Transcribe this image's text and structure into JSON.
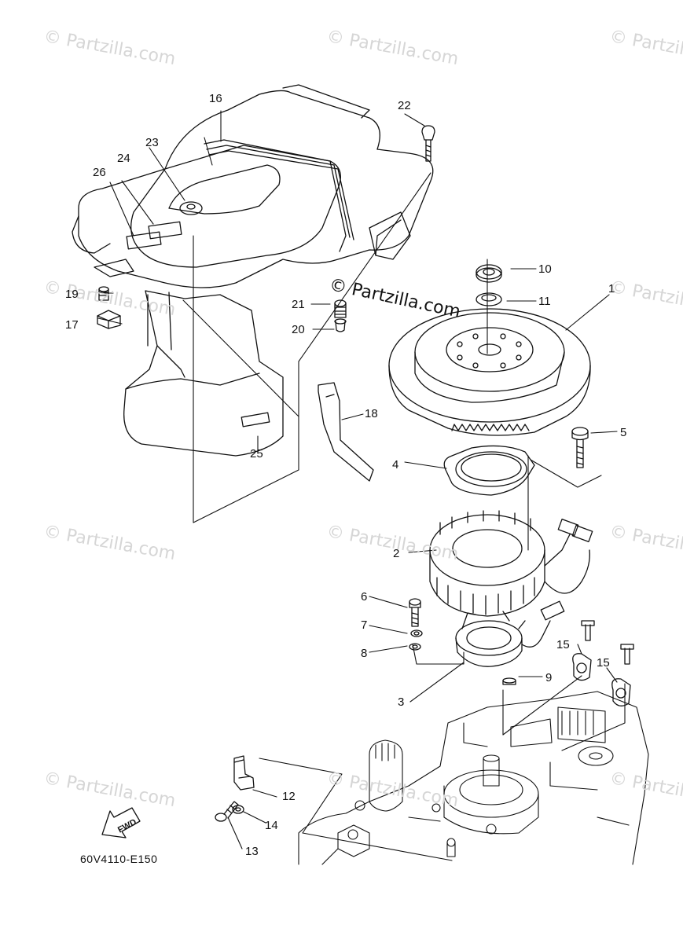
{
  "watermark": {
    "text": "© Partzilla.com"
  },
  "stamp": {
    "text": "© Partzilla.com"
  },
  "callouts": [
    "1",
    "2",
    "3",
    "4",
    "5",
    "6",
    "7",
    "8",
    "9",
    "10",
    "11",
    "12",
    "13",
    "14",
    "15",
    "15",
    "16",
    "17",
    "18",
    "19",
    "20",
    "21",
    "22",
    "23",
    "24",
    "25",
    "26"
  ],
  "diagram_code": "60V4110-E150",
  "fwd_label": "FWD",
  "colors": {
    "ink": "#111111",
    "watermark": "#d6d6d6",
    "background": "#ffffff"
  }
}
